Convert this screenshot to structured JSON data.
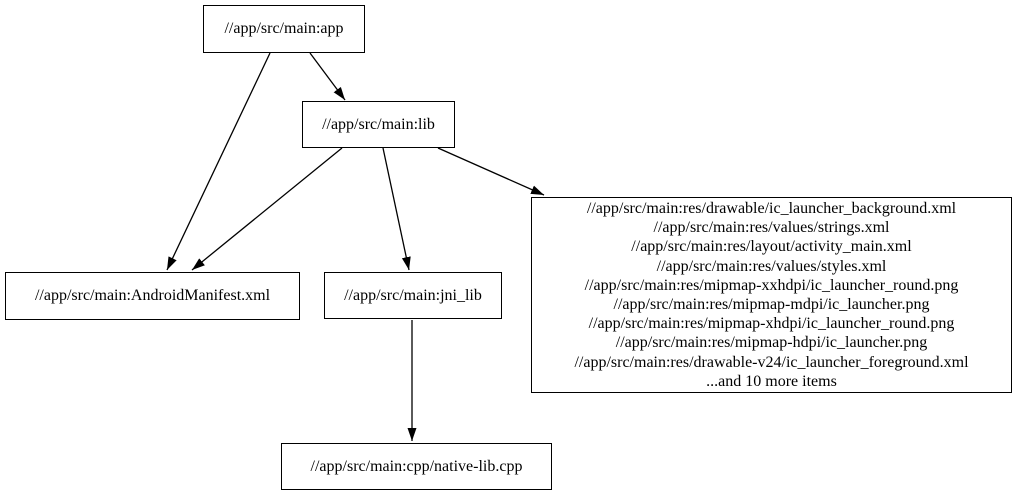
{
  "diagram": {
    "kind": "build-dependency-graph",
    "background_color": "#ffffff",
    "node_border_color": "#000000",
    "node_fill_color": "#ffffff",
    "edge_color": "#000000",
    "text_color": "#000000",
    "nodes": {
      "app": {
        "label": "//app/src/main:app"
      },
      "lib": {
        "label": "//app/src/main:lib"
      },
      "android_manifest": {
        "label": "//app/src/main:AndroidManifest.xml"
      },
      "jni_lib": {
        "label": "//app/src/main:jni_lib"
      },
      "res_files": {
        "lines": [
          "//app/src/main:res/drawable/ic_launcher_background.xml",
          "//app/src/main:res/values/strings.xml",
          "//app/src/main:res/layout/activity_main.xml",
          "//app/src/main:res/values/styles.xml",
          "//app/src/main:res/mipmap-xxhdpi/ic_launcher_round.png",
          "//app/src/main:res/mipmap-mdpi/ic_launcher.png",
          "//app/src/main:res/mipmap-xhdpi/ic_launcher_round.png",
          "//app/src/main:res/mipmap-hdpi/ic_launcher.png",
          "//app/src/main:res/drawable-v24/ic_launcher_foreground.xml",
          "...and 10 more items"
        ]
      },
      "native_lib": {
        "label": "//app/src/main:cpp/native-lib.cpp"
      }
    },
    "edges": [
      {
        "from": "app",
        "to": "lib"
      },
      {
        "from": "app",
        "to": "android_manifest"
      },
      {
        "from": "lib",
        "to": "android_manifest"
      },
      {
        "from": "lib",
        "to": "jni_lib"
      },
      {
        "from": "lib",
        "to": "res_files"
      },
      {
        "from": "jni_lib",
        "to": "native_lib"
      }
    ]
  }
}
